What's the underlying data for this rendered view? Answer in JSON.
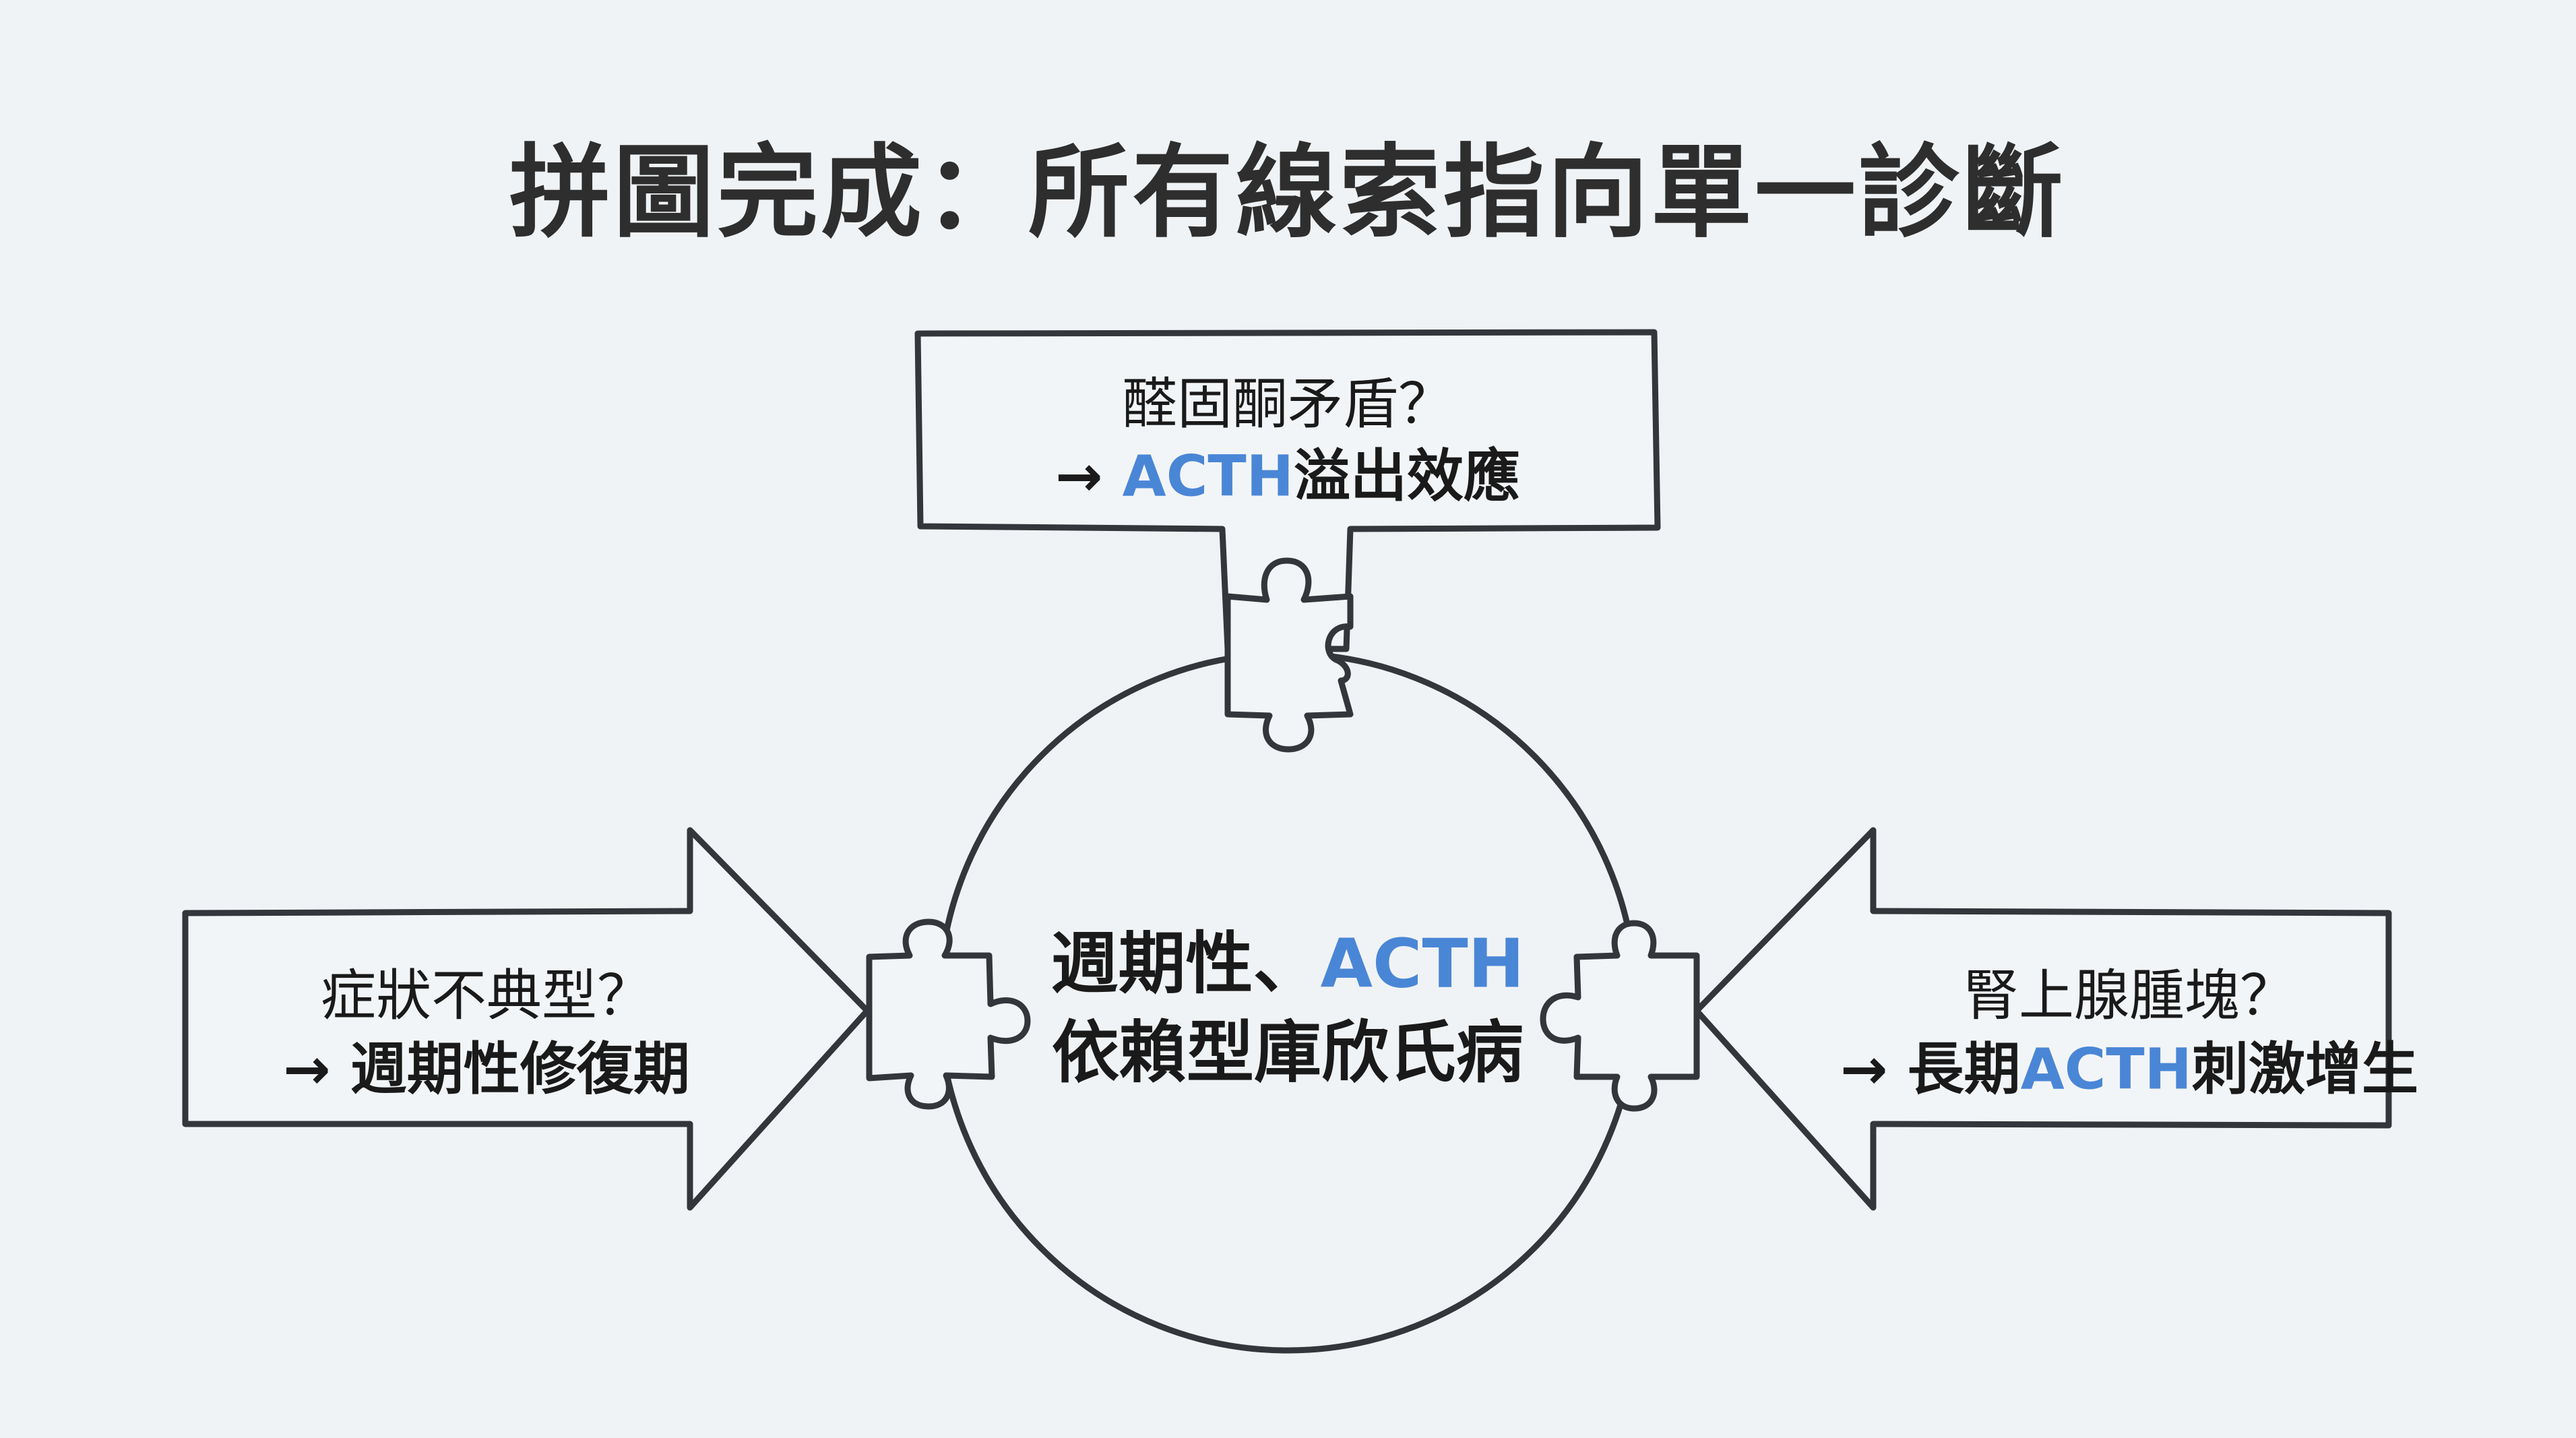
{
  "title": "拼圖完成：所有線索指向單一診斷",
  "accent_color": "#4a86d6",
  "top_clue": {
    "question": "醛固酮矛盾？",
    "arrow": "→ ",
    "highlight": "ACTH",
    "answer_rest": "溢出效應"
  },
  "left_clue": {
    "question": "症狀不典型？",
    "arrow": "→ ",
    "answer": "週期性修復期"
  },
  "right_clue": {
    "question": "腎上腺腫塊？",
    "arrow": "→ ",
    "answer_pre": "長期",
    "highlight": "ACTH",
    "answer_rest": "刺激增生"
  },
  "center": {
    "line1_pre": "週期性、",
    "line1_highlight": "ACTH",
    "line2": "依賴型庫欣氏病"
  }
}
